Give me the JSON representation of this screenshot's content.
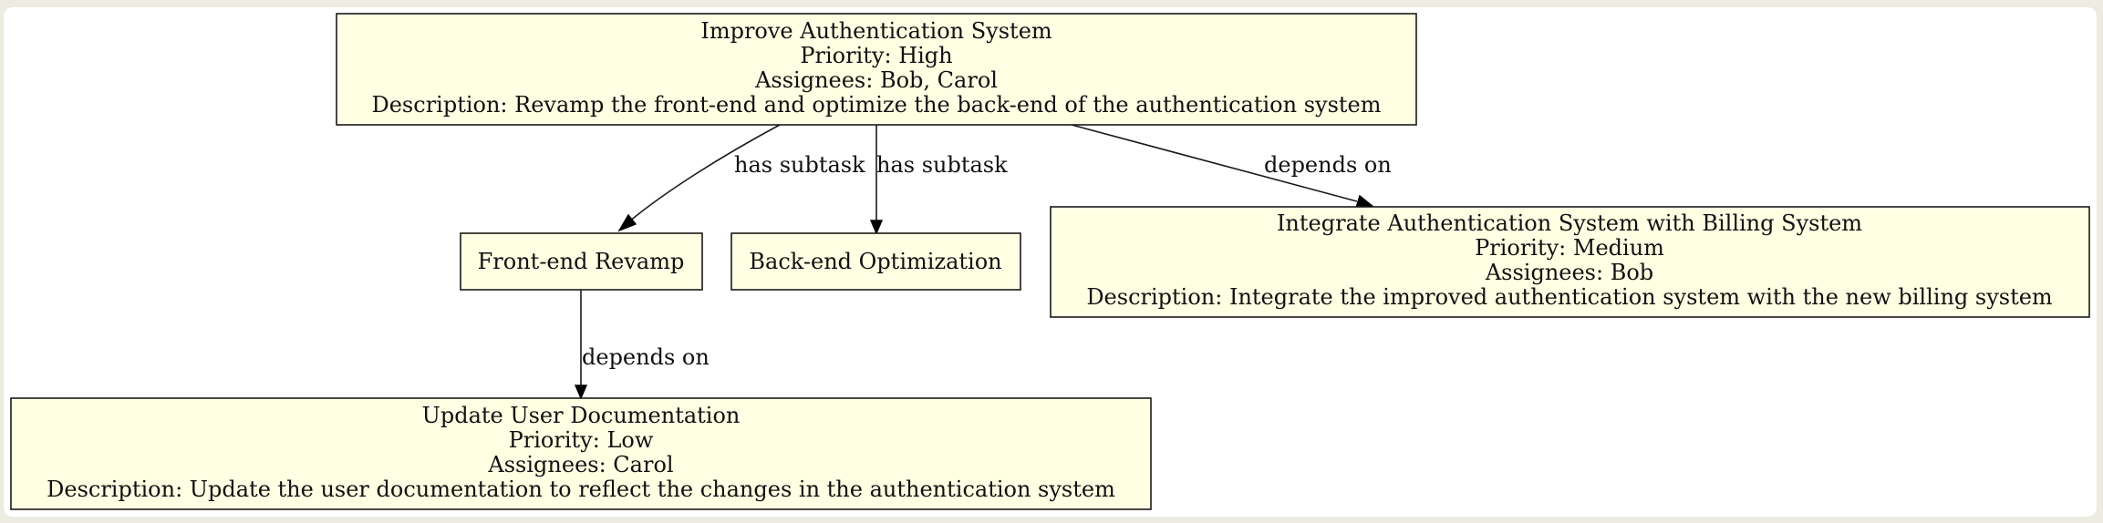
{
  "nodes": {
    "root": {
      "title": "Improve Authentication System",
      "priority": "Priority: High",
      "assignees": "Assignees: Bob, Carol",
      "description": "Description: Revamp the front-end and optimize the back-end of the authentication system"
    },
    "frontend": {
      "title": "Front-end Revamp"
    },
    "backend": {
      "title": "Back-end Optimization"
    },
    "billing": {
      "title": "Integrate Authentication System with Billing System",
      "priority": "Priority: Medium",
      "assignees": "Assignees: Bob",
      "description": "Description: Integrate the improved authentication system with the new billing system"
    },
    "docs": {
      "title": "Update User Documentation",
      "priority": "Priority: Low",
      "assignees": "Assignees: Carol",
      "description": "Description: Update the user documentation to reflect the changes in the authentication system"
    }
  },
  "edges": {
    "root_frontend": "has subtask",
    "root_backend": "has subtask",
    "root_billing": "depends on",
    "frontend_docs": "depends on"
  },
  "colors": {
    "node_fill": "#ffffe3",
    "border": "#1a1a1a",
    "background": "#ecece2"
  }
}
